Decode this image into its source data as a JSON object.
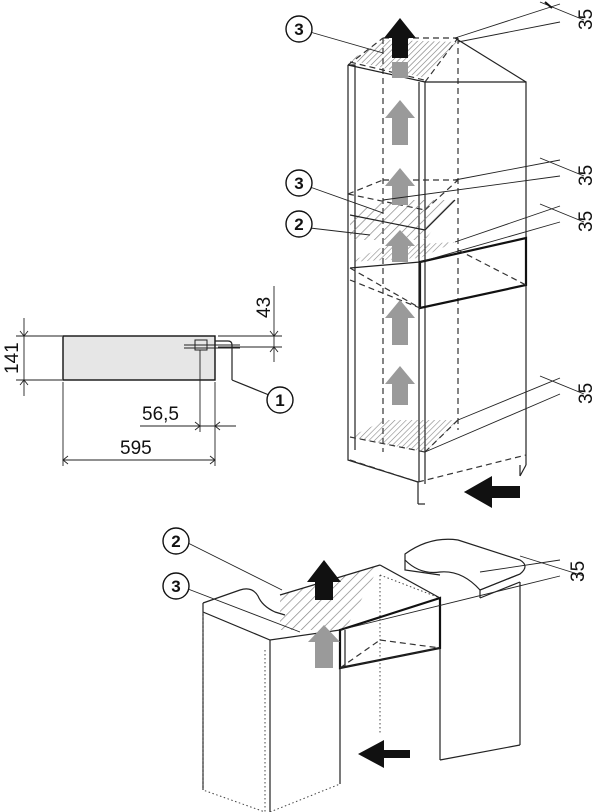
{
  "dimensions": {
    "height_141": "141",
    "gap_43": "43",
    "offset_56_5": "56,5",
    "width_595": "595",
    "vent_35_top": "35",
    "vent_35_mid1": "35",
    "vent_35_mid2": "35",
    "vent_35_bottom": "35",
    "vent_35_lower": "35"
  },
  "callouts": {
    "c1": "1",
    "c2_upper": "2",
    "c3_upper_top": "3",
    "c3_upper_mid": "3",
    "c2_lower": "2",
    "c3_lower": "3"
  },
  "colors": {
    "drawer_fill": "#e6e6e6",
    "arrow_gray": "#9a9a9a",
    "arrow_black": "#111111",
    "hatch": "#777777"
  }
}
